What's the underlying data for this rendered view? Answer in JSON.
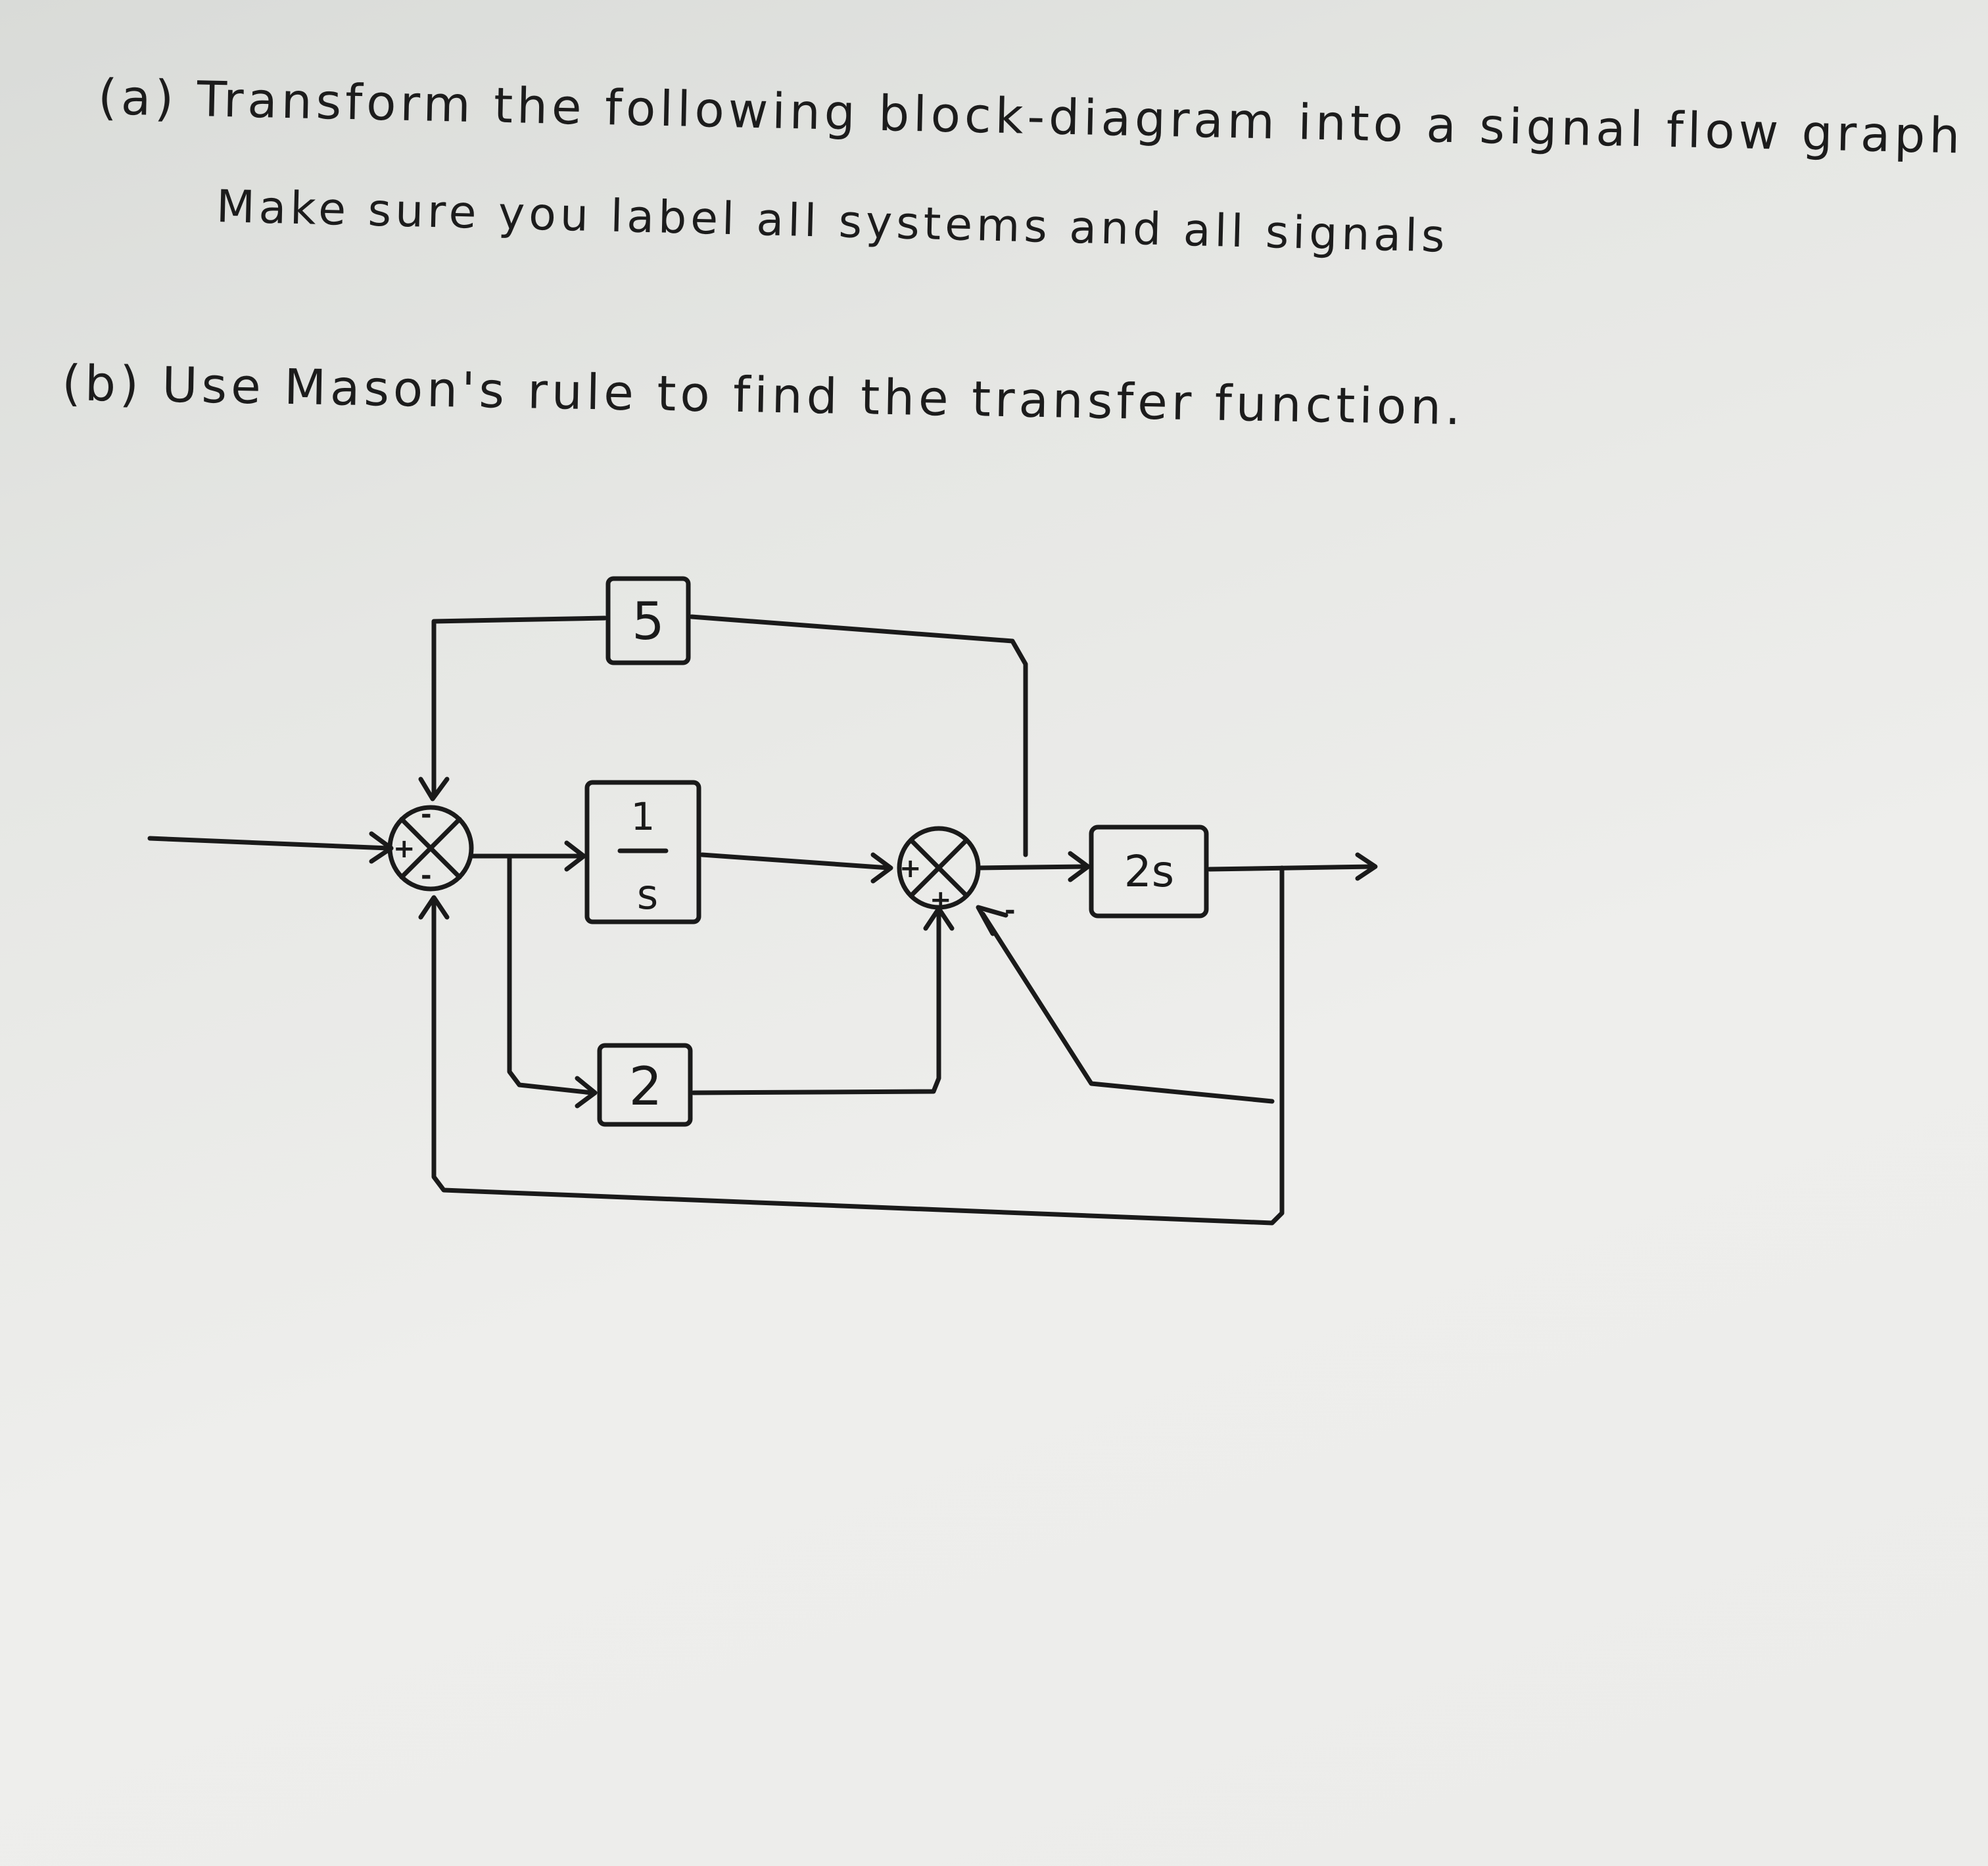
{
  "question": {
    "part_a_line1": "(a) Transform the following block-diagram into a signal flow graph",
    "part_a_line2": "Make sure you label all systems and all signals",
    "part_b": "(b) Use Mason's rule to find the transfer function."
  },
  "diagram": {
    "blocks": {
      "top_gain": "5",
      "integrator_num": "1",
      "integrator_den": "s",
      "bottom_gain": "2",
      "output_gain": "2s"
    },
    "summing_junction_1": {
      "signs": {
        "left": "+",
        "top": "-",
        "bottom": "-"
      }
    },
    "summing_junction_2": {
      "signs": {
        "left": "+",
        "bottom": "+",
        "right": "-"
      }
    }
  }
}
